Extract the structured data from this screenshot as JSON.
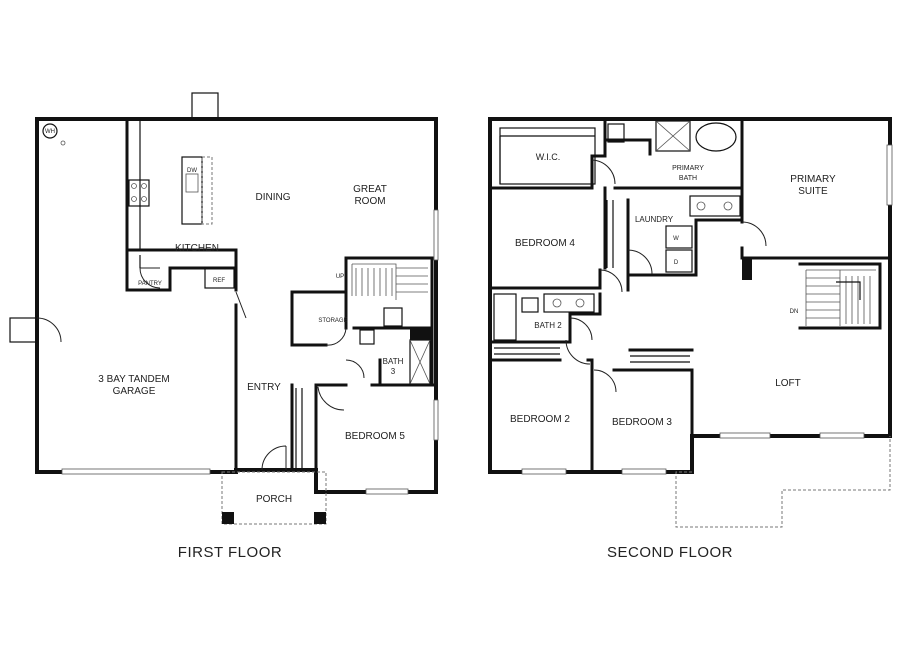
{
  "floors": [
    {
      "title": "FIRST FLOOR",
      "rooms": {
        "dining": "DINING",
        "great_room_1": "GREAT",
        "great_room_2": "ROOM",
        "kitchen": "KITCHEN",
        "pantry": "PANTRY",
        "ref": "REF",
        "dw": "DW",
        "wh": "WH",
        "up": "UP",
        "storage": "STORAGE",
        "bath3_1": "BATH",
        "bath3_2": "3",
        "garage_1": "3 BAY TANDEM",
        "garage_2": "GARAGE",
        "entry": "ENTRY",
        "bedroom5": "BEDROOM 5",
        "porch": "PORCH"
      }
    },
    {
      "title": "SECOND FLOOR",
      "rooms": {
        "wic": "W.I.C.",
        "primary_bath_1": "PRIMARY",
        "primary_bath_2": "BATH",
        "primary_suite_1": "PRIMARY",
        "primary_suite_2": "SUITE",
        "bedroom4": "BEDROOM 4",
        "laundry": "LAUNDRY",
        "washer": "W",
        "dryer": "D",
        "bath2": "BATH 2",
        "dn": "DN",
        "loft": "LOFT",
        "bedroom2": "BEDROOM 2",
        "bedroom3": "BEDROOM 3"
      }
    }
  ]
}
